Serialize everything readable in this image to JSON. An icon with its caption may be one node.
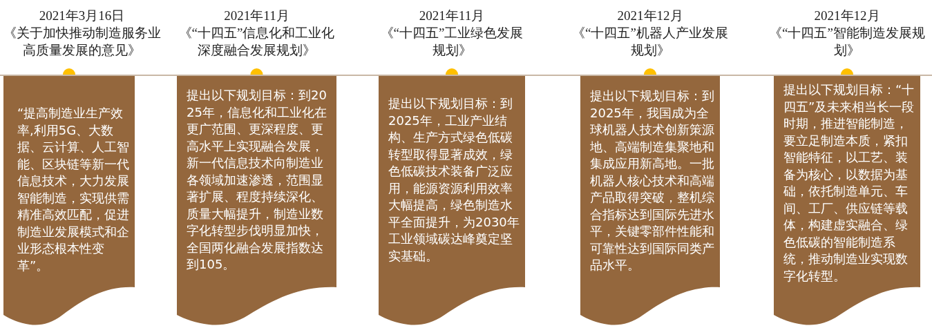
{
  "diagram": {
    "nodes": [
      {
        "text": [
          "2021年3月16日",
          "《关于加快推动制造服务业高质量发展的意见》",
          "“提高制造业生产效率,利用5G、大数据、云计算、人工智能、区块链等新一代信息技术，大力发展智能制造，实现供需精准高效匹配，促进制造业发展模式和企业形态根本性变革”。"
        ]
      },
      {
        "text": [
          "2021年11月",
          "《“十四五”信息化和工业化深度融合发展规划》",
          "提出以下规划目标：到2025年，信息化和工业化在更广范围、更深程度、更高水平上实现融合发展，新一代信息技术向制造业各领域加速渗透，范围显著扩展、程度持续深化、质量大幅提升，制造业数字化转型步伐明显加快，全国两化融合发展指数达到105。"
        ]
      },
      {
        "text": [
          "2021年11月",
          "《“十四五”工业绿色发展规划》",
          "提出以下规划目标：到2025年，工业产业结构、生产方式绿色低碳转型取得显著成效，绿色低碳技术装备广泛应用，能源资源利用效率大幅提高，绿色制造水平全面提升，为2030年工业领域碳达峰奠定坚实基础。"
        ]
      },
      {
        "text": [
          "2021年12月",
          "《“十四五”机器人产业发展规划》",
          "提出以下规划目标：到2025年，我国成为全球机器人技术创新策源地、高端制造集聚地和集成应用新高地。一批机器人核心技术和高端产品取得突破，整机综合指标达到国际先进水平，关键零部件性能和可靠性达到国际同类产品水平。"
        ]
      },
      {
        "text": [
          "2021年12月",
          "《“十四五”智能制造发展规划》",
          "提出以下规划目标：“十四五”及未来相当长一段时期，推进智能制造，要立足制造本质，紧扣智能特征，以工艺、装备为核心，以数据为基础，依托制造单元、车间、工厂、供应链等载体，构建虚实融合、绿色低碳的智能制造系统，推动制造业实现数字化转型。"
        ]
      }
    ],
    "edges": []
  }
}
